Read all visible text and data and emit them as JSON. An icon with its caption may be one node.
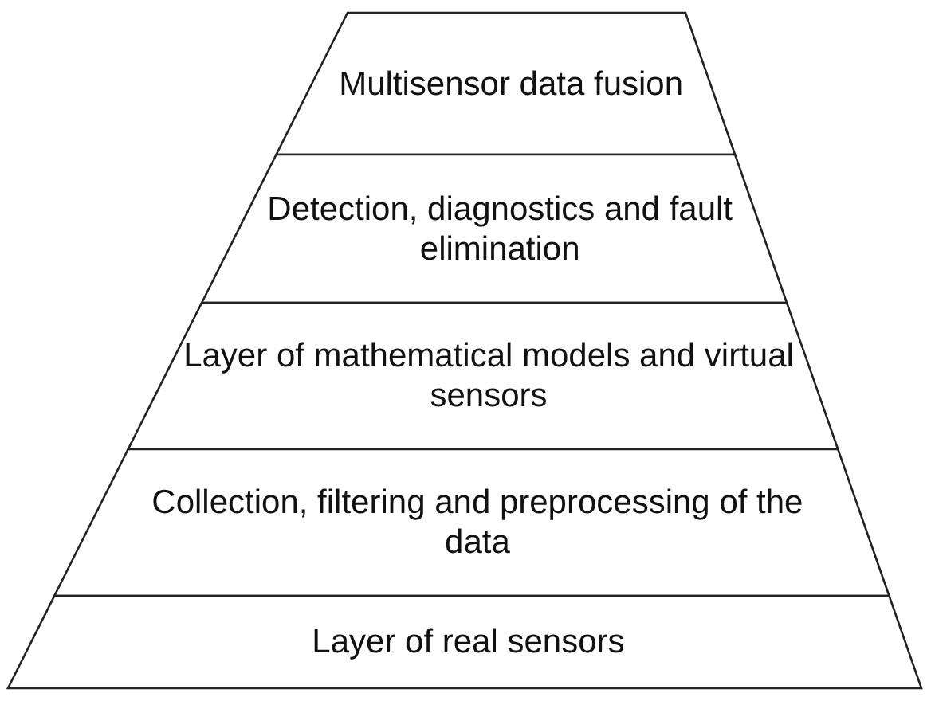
{
  "diagram": {
    "nodes": [
      {
        "text": [
          "Multisensor data fusion"
        ]
      },
      {
        "text": [
          "Detection, diagnostics and fault elimination"
        ]
      },
      {
        "text": [
          "Layer of mathematical models and virtual sensors"
        ]
      },
      {
        "text": [
          "Collection, filtering and preprocessing of the data"
        ]
      },
      {
        "text": [
          "Layer of real sensors"
        ]
      }
    ]
  }
}
